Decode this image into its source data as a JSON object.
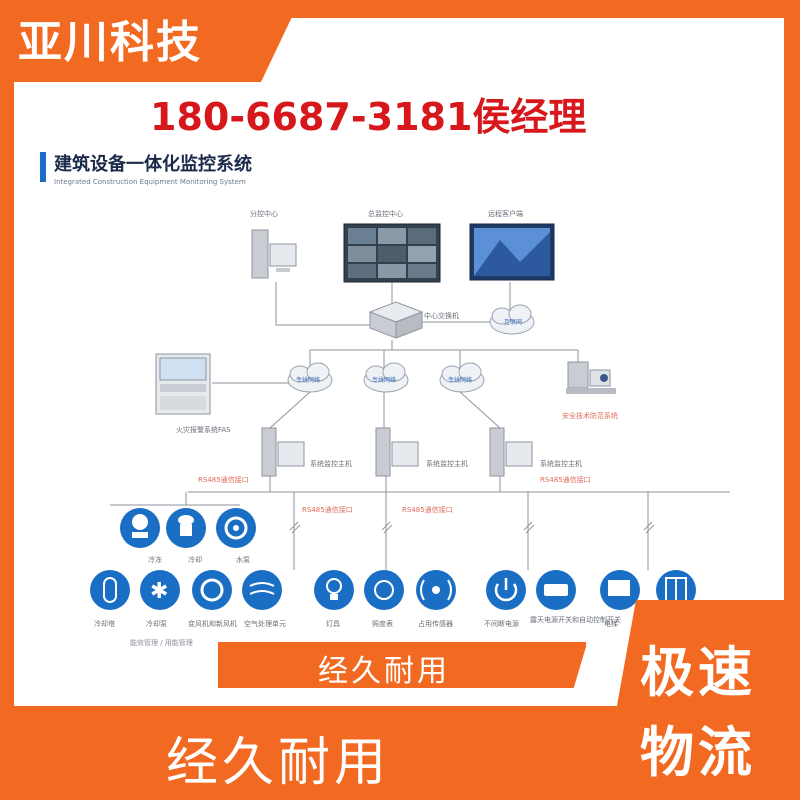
{
  "brand": {
    "name": "亚川科技"
  },
  "contact": {
    "phone": "180-6687-3181侯经理"
  },
  "diagram": {
    "title": "建筑设备一体化监控系统",
    "subtitle": "Integrated Construction Equipment Monitoring System",
    "top_nodes": [
      "分控中心",
      "总监控中心",
      "远程客户端"
    ],
    "switch_label": "中心交换机",
    "remote_cloud_label": "互联网",
    "cloud_labels": [
      "专线网络",
      "专线网络",
      "专线网络"
    ],
    "fas_label": "火灾报警系统FAS",
    "security_label": "安全技术防范系统",
    "host_labels": [
      "系统监控主机",
      "系统监控主机",
      "系统监控主机"
    ],
    "rs485_labels": [
      "RS485通信接口",
      "RS485通信接口",
      "RS485通信接口",
      "RS485通信接口"
    ],
    "devices_row1": [
      "冷冻",
      "冷却",
      "水泵"
    ],
    "devices_row2": [
      "冷却塔",
      "冷却泵",
      "变风机和新风机",
      "空气处理单元",
      "灯具",
      "照度表",
      "占用传感器",
      "不间断电源",
      "露天电源开关和自动控制开关",
      "电梯",
      ""
    ],
    "footer_caption": "能效管理 / 用能管理"
  },
  "feature": {
    "label": "经久耐用"
  },
  "bottom_strip": {
    "label": "经久耐用"
  },
  "corner_badge": {
    "line1": "极速",
    "line2": "物流"
  },
  "colors": {
    "accent": "#f26a22",
    "phone": "#d6181c",
    "icon_blue": "#1a6fc4"
  }
}
